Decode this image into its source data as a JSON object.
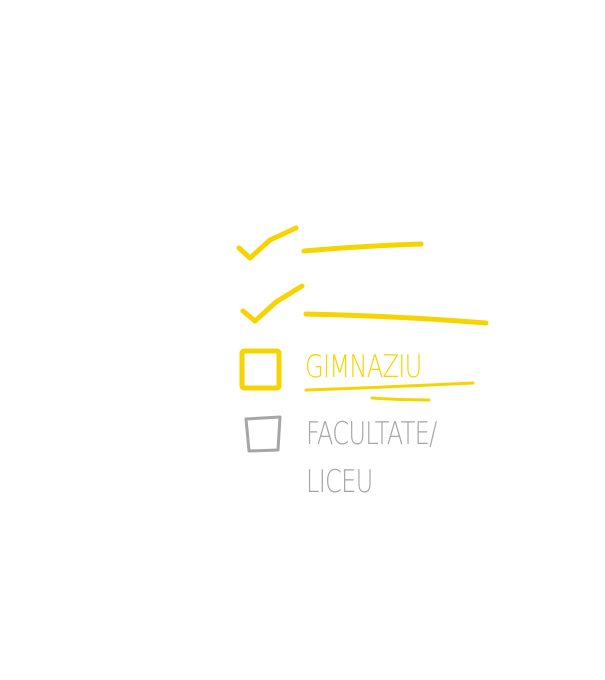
{
  "colors": {
    "accent": "#f5d400",
    "muted": "#a6a6a6",
    "background": "#ffffff"
  },
  "checklist": {
    "items": [
      {
        "state": "checked",
        "icon": "checkmark-icon"
      },
      {
        "state": "checked",
        "icon": "checkmark-icon"
      },
      {
        "state": "unchecked",
        "label": "GIMNAZIU",
        "icon": "checkbox-icon"
      },
      {
        "state": "unchecked",
        "label_line_1": "FACULTATE/",
        "label_line_2": "LICEU",
        "icon": "checkbox-icon"
      }
    ]
  }
}
